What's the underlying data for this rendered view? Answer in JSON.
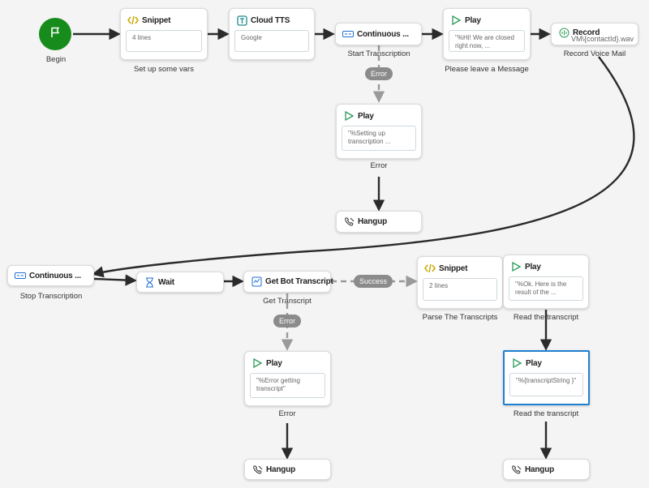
{
  "begin": {
    "label": "Begin"
  },
  "nodes": {
    "snippet1": {
      "title": "Snippet",
      "body": "4 lines",
      "caption": "Set up some vars"
    },
    "tts": {
      "title": "Cloud TTS",
      "body": "Google"
    },
    "cont1": {
      "title": "Continuous ...",
      "caption": "Start Transcription"
    },
    "play1": {
      "title": "Play",
      "body": "\"%Hi! We are closed right now, ...",
      "caption": "Please leave a Message"
    },
    "record": {
      "title": "Record",
      "sub": "VM\\{contactId}.wav",
      "caption": "Record Voice Mail"
    },
    "play_err1": {
      "title": "Play",
      "body": "\"%Setting up transcription ...",
      "caption": "Error"
    },
    "hangup1": {
      "title": "Hangup"
    },
    "cont2": {
      "title": "Continuous ...",
      "caption": "Stop Transcription"
    },
    "wait": {
      "title": "Wait"
    },
    "getbot": {
      "title": "Get Bot Transcript",
      "caption": "Get Transcript"
    },
    "snippet2": {
      "title": "Snippet",
      "body": "2 lines",
      "caption": "Parse The Transcripts"
    },
    "play2": {
      "title": "Play",
      "body": "\"%Ok. Here is the result of the ...",
      "caption": "Read the transcript"
    },
    "play_err2": {
      "title": "Play",
      "body": "\"%Error getting transcript\"",
      "caption": "Error"
    },
    "hangup2": {
      "title": "Hangup"
    },
    "play3": {
      "title": "Play",
      "body": "\"%{transcriptString }\"",
      "caption": "Read the transcript"
    },
    "hangup3": {
      "title": "Hangup"
    }
  },
  "pills": {
    "error1": "Error",
    "success": "Success",
    "error2": "Error"
  },
  "colors": {
    "begin": "#178b1b",
    "selected": "#1f7fd0",
    "pill": "#8b8b8b",
    "play_icon": "#2e9b5a",
    "snippet_icon": "#c9a800",
    "tts_icon": "#1a8a8a",
    "record_icon": "#2e9b5a",
    "wait_icon": "#1f6fd0"
  }
}
